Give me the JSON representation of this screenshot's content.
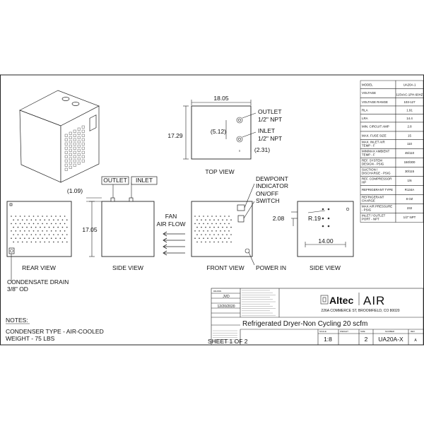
{
  "views": {
    "top": "TOP VIEW",
    "rear": "REAR VIEW",
    "side_left": "SIDE VIEW",
    "front": "FRONT VIEW",
    "side_right": "SIDE VIEW"
  },
  "labels": {
    "outlet_top": "OUTLET",
    "outlet_top_size": "1/2\" NPT",
    "inlet_top": "INLET",
    "inlet_top_size": "1/2\" NPT",
    "outlet_side": "OUTLET",
    "inlet_side": "INLET",
    "fan": "FAN",
    "air_flow": "AIR FLOW",
    "dewpoint": "DEWPOINT",
    "indicator": "INDICATOR",
    "onoff": "ON/OFF",
    "switch": "SWITCH",
    "power_in": "POWER IN",
    "drain": "CONDENSATE DRAIN",
    "drain_size": "3/8\" OD"
  },
  "dims": {
    "top_width": "18.05",
    "top_depth": "17.29",
    "top_inner": "(5.12)",
    "top_offset": "(2.31)",
    "side_offset": "(1.09)",
    "height": "17.05",
    "right_width": "14.00",
    "right_offset": "2.08",
    "radius": "R.19"
  },
  "spec_table": [
    [
      "MODEL",
      "UA20A-1"
    ],
    [
      "VOLTAGE",
      "115VAC-1PH-60HZ"
    ],
    [
      "VOLTAGE RANGE",
      "103-127"
    ],
    [
      "RLA",
      "1.91"
    ],
    [
      "LRA",
      "14.4"
    ],
    [
      "MIN. CIRCUIT AMP",
      "2.8"
    ],
    [
      "MAX. FUSE SIZE",
      "15"
    ],
    [
      "MAX. INLET AIR TEMP - F",
      "110"
    ],
    [
      "MIN/MAX AMBIENT TEMP - F",
      "45/110"
    ],
    [
      "REF. SYSTEM DESIGN - PSIG",
      "150/300"
    ],
    [
      "SUCTION / DISCHARGE - PSIG",
      "30/115"
    ],
    [
      "REF. COMPRESSOR HP",
      "1/6"
    ],
    [
      "REFRIGERANT TYPE",
      "R134A"
    ],
    [
      "REFRIGERANT CHARGE",
      "8 OZ"
    ],
    [
      "MAX AIR PRESSURE - PSIG",
      "232"
    ],
    [
      "INLET / OUTLET PORT - NPT",
      "1/2\" NPT"
    ]
  ],
  "notes": {
    "heading": "NOTES:",
    "line1": "CONDENSER TYPE - AIR-COOLED",
    "line2": "WEIGHT - 75 LBS"
  },
  "title_block": {
    "drawn_by": "JVD",
    "date": "12/20/2020",
    "logo": "Altec",
    "brand": "AIR",
    "address": "226A COMMERCE ST, BROOMFIELD, CO 80020",
    "title": "Refrigerated Dryer-Non Cycling 20 scfm",
    "scale_label": "SCALE",
    "scale": "1:8",
    "weight_label": "WEIGHT",
    "size_label": "SIZE",
    "size": "2",
    "number_label": "NUMBER",
    "number": "UA20A-X",
    "rev_label": "REV",
    "rev": "A",
    "sheet": "SHEET 1 OF 2"
  }
}
